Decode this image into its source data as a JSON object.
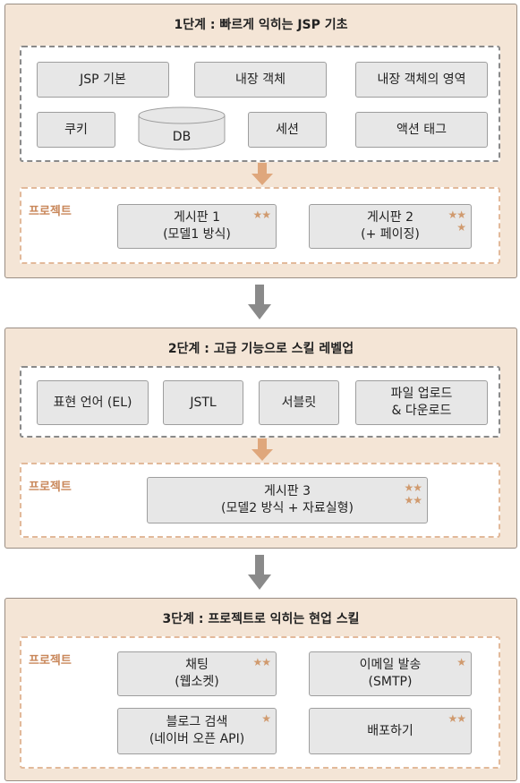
{
  "stage1": {
    "title": "1단계 : 빠르게 익히는 JSP 기초",
    "topics": [
      "JSP 기본",
      "내장 객체",
      "내장 객체의 영역",
      "쿠키",
      "DB",
      "세션",
      "액션 태그"
    ],
    "project_label": "프로젝트",
    "projects": [
      {
        "line1": "게시판 1",
        "line2": "(모델1 방식)",
        "stars": [
          "★★"
        ]
      },
      {
        "line1": "게시판 2",
        "line2": "(+ 페이징)",
        "stars": [
          "★★",
          "★"
        ]
      }
    ]
  },
  "stage2": {
    "title": "2단계 : 고급 기능으로 스킬 레벨업",
    "topics": [
      "표현 언어 (EL)",
      "JSTL",
      "서블릿",
      "파일 업로드",
      "& 다운로드"
    ],
    "project_label": "프로젝트",
    "projects": [
      {
        "line1": "게시판 3",
        "line2": "(모델2 방식 + 자료실형)",
        "stars": [
          "★★",
          "★★"
        ]
      }
    ]
  },
  "stage3": {
    "title": "3단계 : 프로젝트로 익히는 현업 스킬",
    "project_label": "프로젝트",
    "projects": [
      {
        "line1": "채팅",
        "line2": "(웹소켓)",
        "stars": [
          "★★"
        ]
      },
      {
        "line1": "이메일 발송",
        "line2": "(SMTP)",
        "stars": [
          "★"
        ]
      },
      {
        "line1": "블로그 검색",
        "line2": "(네이버 오픈 API)",
        "stars": [
          "★"
        ]
      },
      {
        "line1": "배포하기",
        "line2": "",
        "stars": [
          "★★"
        ]
      }
    ]
  },
  "colors": {
    "stage_bg": "#f4e5d6",
    "accent": "#c9875a",
    "inner_arrow": "#dfa77c",
    "outer_arrow": "#8a8a8a",
    "star": "#d09a6e"
  }
}
